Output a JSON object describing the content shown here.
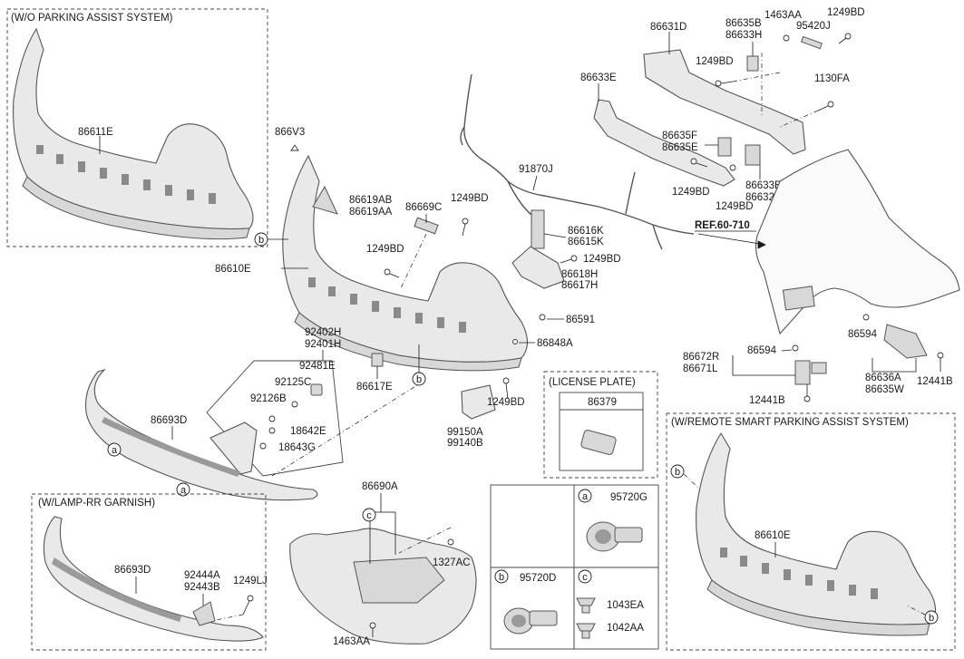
{
  "boxes": {
    "wo_pas": "(W/O PARKING ASSIST SYSTEM)",
    "license": "(LICENSE PLATE)",
    "lamp_garnish": "(W/LAMP-RR GARNISH)",
    "remote_spas": "(W/REMOTE SMART PARKING ASSIST SYSTEM)"
  },
  "letters": {
    "a": "a",
    "b": "b",
    "c": "c"
  },
  "callouts": {
    "a_part": "95720G",
    "b_part": "95720D",
    "c_part1": "1043EA",
    "c_part2": "1042AA"
  },
  "labels": {
    "l86611E": "86611E",
    "l866V3": "866V3",
    "l86619AB": "86619AB",
    "l86619AA": "86619AA",
    "l86669C": "86669C",
    "l1249BD_a": "1249BD",
    "l1249BD_b": "1249BD",
    "l1249BD_c": "1249BD",
    "l1249BD_d": "1249BD",
    "l1249BD_e": "1249BD",
    "l1249BD_f": "1249BD",
    "l1249BD_g": "1249BD",
    "l86610E_a": "86610E",
    "l86610E_b": "86610E",
    "l91870J": "91870J",
    "l86633E": "86633E",
    "l86631D": "86631D",
    "l86635B": "86635B",
    "l86633H": "86633H",
    "l1463AA_a": "1463AA",
    "l1463AA_b": "1463AA",
    "l95420J": "95420J",
    "l1130FA": "1130FA",
    "l86635F": "86635F",
    "l86635E": "86635E",
    "l86633B": "86633B",
    "l86632B": "86632B",
    "l86616K": "86616K",
    "l86615K": "86615K",
    "l86618H": "86618H",
    "l86617H": "86617H",
    "lREF": "REF.60-710",
    "l86591": "86591",
    "l92402H": "92402H",
    "l92401H": "92401H",
    "l92481E": "92481E",
    "l92125C": "92125C",
    "l92126B": "92126B",
    "l18642E": "18642E",
    "l18643G": "18643G",
    "l86848A": "86848A",
    "l86617E": "86617E",
    "l86693D_a": "86693D",
    "l86693D_b": "86693D",
    "l99150A": "99150A",
    "l99140B": "99140B",
    "l86379": "86379",
    "l86672R": "86672R",
    "l86671L": "86671L",
    "l86594_a": "86594",
    "l86594_b": "86594",
    "l86636A": "86636A",
    "l86635W": "86635W",
    "l12441B_a": "12441B",
    "l12441B_b": "12441B",
    "l86690A": "86690A",
    "l1327AC": "1327AC",
    "l92444A": "92444A",
    "l92443B": "92443B",
    "l1249LJ": "1249LJ"
  }
}
